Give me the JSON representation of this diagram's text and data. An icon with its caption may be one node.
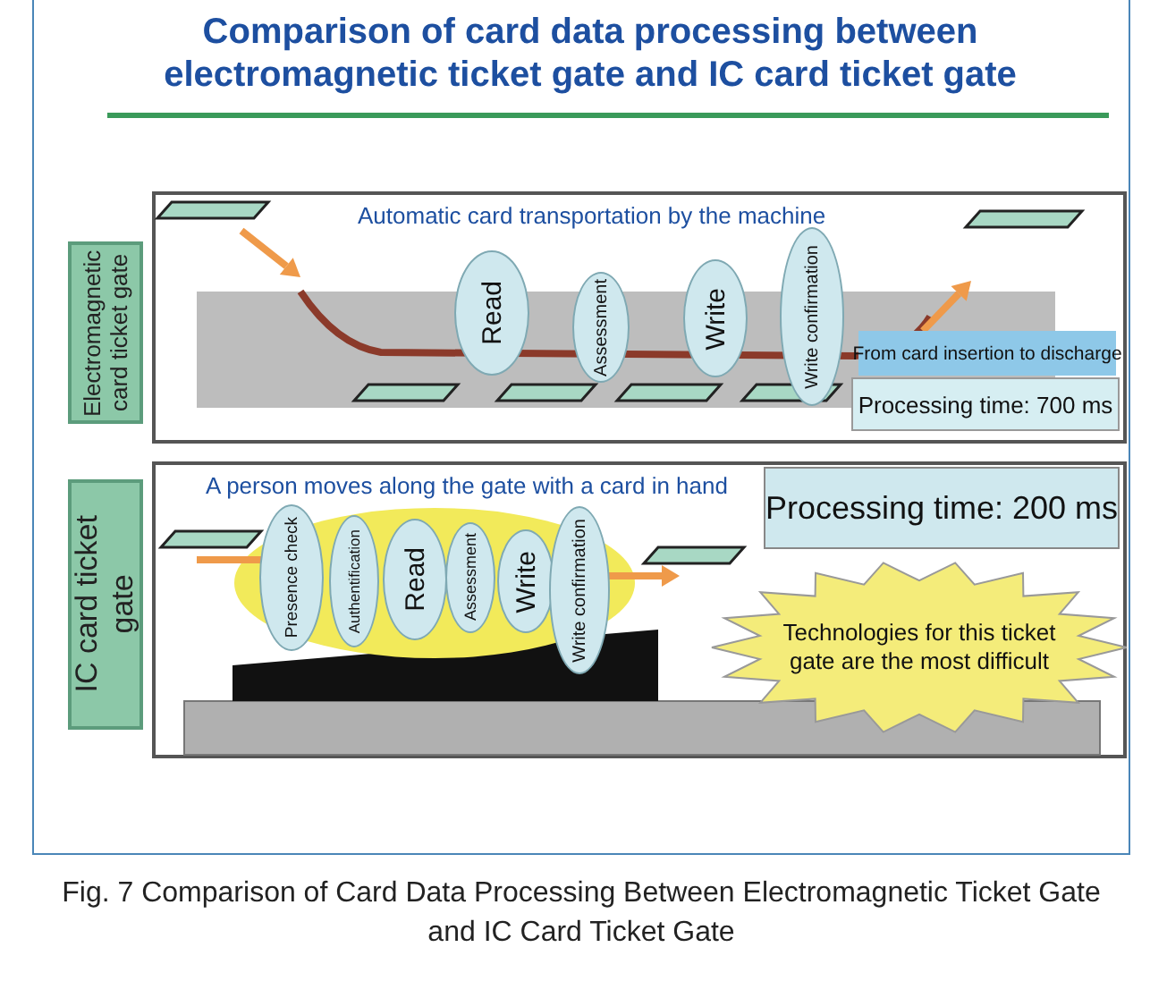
{
  "diagram": {
    "title": "Comparison of card data processing between electromagnetic ticket gate and IC card ticket gate",
    "caption": "Fig. 7 Comparison of Card Data Processing Between Electromagnetic Ticket Gate and IC Card Ticket Gate",
    "nodes": [
      {
        "text": [
          "Electromagnetic card ticket gate"
        ]
      },
      {
        "text": [
          "Read"
        ],
        "in": 0
      },
      {
        "text": [
          "Assessment"
        ],
        "in": 0
      },
      {
        "text": [
          "Write"
        ],
        "in": 0
      },
      {
        "text": [
          "Write confirmation"
        ],
        "in": 0
      },
      {
        "text": [
          "From card insertion to discharge"
        ],
        "in": 0
      },
      {
        "text": [
          "Processing time: 700 ms"
        ],
        "in": 0
      },
      {
        "text": [
          "IC card ticket gate"
        ]
      },
      {
        "text": [
          "Presence check"
        ],
        "in": 7
      },
      {
        "text": [
          "Authentification"
        ],
        "in": 7
      },
      {
        "text": [
          "Read"
        ],
        "in": 7
      },
      {
        "text": [
          "Assessment"
        ],
        "in": 7
      },
      {
        "text": [
          "Write"
        ],
        "in": 7
      },
      {
        "text": [
          "Write confirmation"
        ],
        "in": 7
      },
      {
        "text": [
          "Processing time: 200 ms"
        ],
        "in": 7
      },
      {
        "text": [
          "Technologies for this ticket gate are the most difficult"
        ],
        "in": 7
      }
    ],
    "edges": [],
    "labels": [
      "Automatic card transportation by the machine",
      "A person moves along the gate with a card in hand"
    ]
  }
}
